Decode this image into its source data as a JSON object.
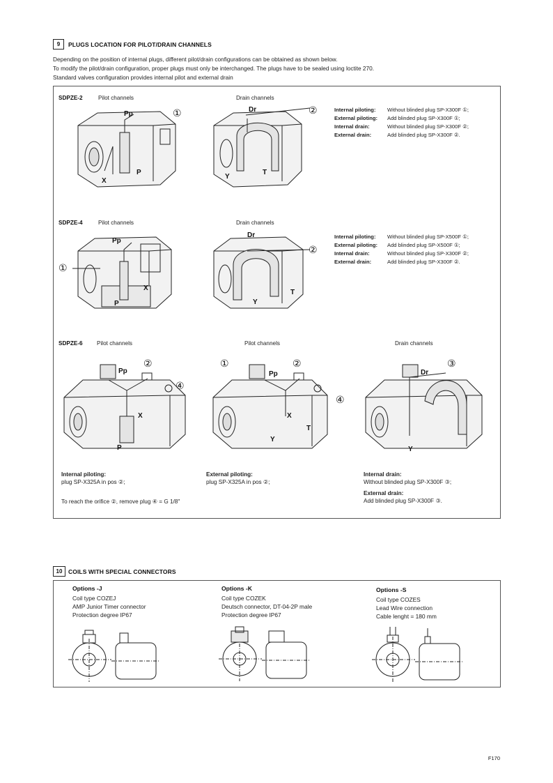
{
  "section9": {
    "number": "9",
    "title": "PLUGS LOCATION FOR PILOT/DRAIN CHANNELS",
    "intro": [
      "Depending on the position of internal plugs, different pilot/drain configurations can be obtained as shown below.",
      "To modify the pilot/drain configuration, proper plugs must only be interchanged. The plugs have to be sealed using loctite 270.",
      "Standard valves configuration provides internal pilot and external drain"
    ],
    "sdpze2": {
      "model": "SDPZE-2",
      "pilot_caption": "Pilot channels",
      "drain_caption": "Drain channels",
      "pilot_callout": "①",
      "drain_callout": "②",
      "pilot_labels": {
        "pp": "Pp",
        "x": "X",
        "p": "P"
      },
      "drain_labels": {
        "dr": "Dr",
        "y": "Y",
        "t": "T"
      },
      "specs": [
        {
          "label": "Internal piloting:",
          "text": "Without blinded plug SP-X300F ①;"
        },
        {
          "label": "External piloting:",
          "text": "Add blinded plug SP-X300F ①;"
        },
        {
          "label": "Internal drain:",
          "text": "Without blinded plug SP-X300F ②;"
        },
        {
          "label": "External drain:",
          "text": "Add blinded plug SP-X300F ②."
        }
      ]
    },
    "sdpze4": {
      "model": "SDPZE-4",
      "pilot_caption": "Pilot channels",
      "drain_caption": "Drain channels",
      "pilot_callout": "①",
      "drain_callout": "②",
      "pilot_labels": {
        "pp": "Pp",
        "x": "X",
        "p": "P"
      },
      "drain_labels": {
        "dr": "Dr",
        "y": "Y",
        "t": "T"
      },
      "specs": [
        {
          "label": "Internal piloting:",
          "text": "Without blinded plug SP-X500F ①;"
        },
        {
          "label": "External piloting:",
          "text": "Add blinded plug SP-X500F ①;"
        },
        {
          "label": "Internal drain:",
          "text": "Without blinded plug SP-X300F ②;"
        },
        {
          "label": "External drain:",
          "text": "Add blinded plug SP-X300F ②."
        }
      ]
    },
    "sdpze6": {
      "model": "SDPZE-6",
      "pilot_caption_1": "Pilot channels",
      "pilot_caption_2": "Pilot channels",
      "drain_caption": "Drain channels",
      "callouts": {
        "c1": "①",
        "c2": "②",
        "c3": "③",
        "c4": "④"
      },
      "labels": {
        "pp": "Pp",
        "x": "X",
        "p": "P",
        "t": "T",
        "y": "Y",
        "dr": "Dr"
      },
      "notes": {
        "internal_piloting_title": "Internal piloting:",
        "internal_piloting_text": "plug SP-X325A in pos ②;",
        "external_piloting_title": "External piloting:",
        "external_piloting_text": "plug SP-X325A in pos ②;",
        "internal_drain_title": "Internal drain:",
        "internal_drain_text": "Without blinded plug SP-X300F ③;",
        "external_drain_title": "External drain:",
        "external_drain_text": "Add blinded plug SP-X300F ③.",
        "orifice_note": "To reach the orifice ②, remove plug ④ = G 1/8\""
      }
    }
  },
  "section10": {
    "number": "10",
    "title": "COILS WITH SPECIAL CONNECTORS",
    "options": [
      {
        "title": "Options -J",
        "lines": [
          "Coil type COZEJ",
          "AMP Junior Timer connector",
          "Protection degree IP67"
        ]
      },
      {
        "title": "Options -K",
        "lines": [
          "Coil type COZEK",
          "Deutsch connector, DT-04-2P male",
          "Protection degree IP67"
        ]
      },
      {
        "title": "Options -S",
        "lines": [
          "Coil type COZES",
          "Lead Wire connection",
          "Cable lenght = 180 mm"
        ]
      }
    ]
  },
  "footer": {
    "page": "F170"
  }
}
